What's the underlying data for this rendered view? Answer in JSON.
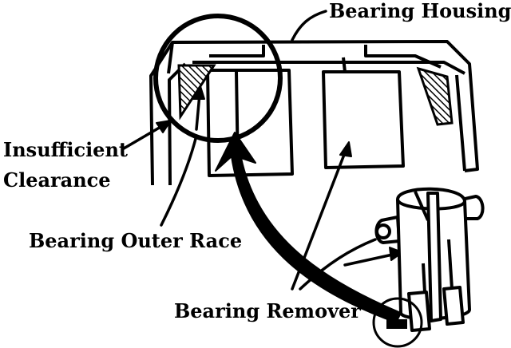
{
  "diagram": {
    "labels": {
      "bearing_housing": "Bearing Housing",
      "insufficient": "Insufficient",
      "clearance": "Clearance",
      "bearing_outer_race": "Bearing Outer Race",
      "bearing_remover": "Bearing Remover"
    },
    "colors": {
      "ink": "#000000",
      "paper": "#ffffff"
    }
  }
}
